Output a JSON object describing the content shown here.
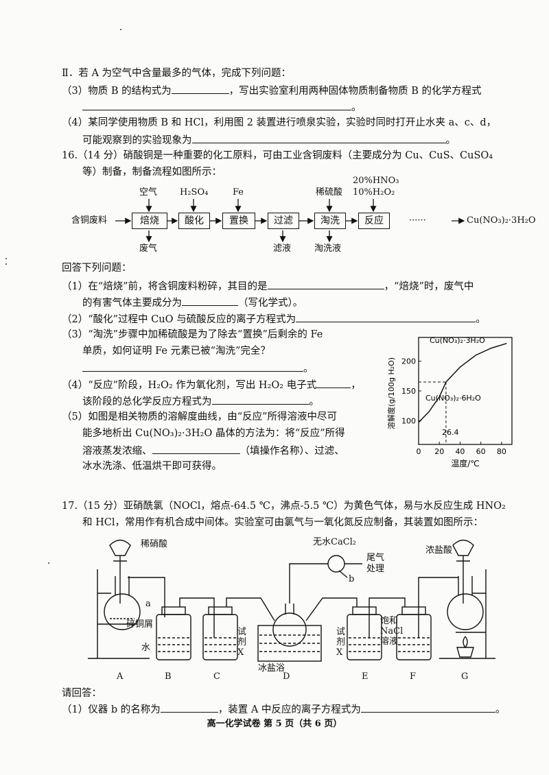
{
  "part2": {
    "header": "Ⅱ．若 A 为空气中含量最多的气体，完成下列问题：",
    "q3a": "（3）物质 B 的结构式为",
    "q3b": "，写出实验室利用两种固体物质制备物质 B 的化学方程式",
    "q3_end": "。",
    "q4a": "（4）某同学使用物质 B 和 HCl，利用图 2 装置进行喷泉实验，实验时同时打开止水夹 a、c、d，",
    "q4b": "可能观察到的实验现象为",
    "q4_end": "。"
  },
  "q16": {
    "title": "16.（14 分）硝酸铜是一种重要的化工原料，可由工业含铜废料（主要成分为 Cu、CuS、CuSO₄",
    "title2": "等）制备，制备流程如图所示：",
    "flow": {
      "start": "含铜废料",
      "steps": [
        "焙烧",
        "酸化",
        "置换",
        "过滤",
        "淘洗",
        "反应"
      ],
      "inputs": [
        "空气",
        "H₂SO₄",
        "Fe",
        "稀硫酸",
        "20%HNO₃",
        "10%H₂O₂"
      ],
      "outputs": [
        "废气",
        "滤液",
        "淘洗液"
      ],
      "product": "Cu(NO₃)₂·3H₂O",
      "dots": "······"
    },
    "answer_intro": "回答下列问题：",
    "p1a": "（1）在“焙烧”前，将含铜废料粉碎，其目的是",
    "p1b": "，“焙烧”时，废气中",
    "p1c": "的有害气体主要成分为",
    "p1d": "（写化学式）。",
    "p2": "（2）“酸化”过程中 CuO 与硫酸反应的离子方程式为",
    "p2_end": "。",
    "p3a": "（3）“淘洗”步骤中加稀硫酸是为了除去“置换”后剩余的 Fe",
    "p3b": "单质，如何证明 Fe 元素已被“淘洗”完全？",
    "p3_end": "。",
    "p4a": "（4）“反应”阶段，H₂O₂ 作为氧化剂，写出 H₂O₂ 电子式",
    "p4a_end": "，",
    "p4b": "该阶段的总化学反应方程式为",
    "p4b_end": "。",
    "p5a": "（5）如图是相关物质的溶解度曲线，由“反应”所得溶液中尽可",
    "p5b": "能多地析出 Cu(NO₃)₂·3H₂O 晶体的方法为：将“反应”所得",
    "p5c": "溶液蒸发浓缩、",
    "p5d": "（填操作名称）、过滤、",
    "p5e": "冰水洗涤、低温烘干即可获得。"
  },
  "chart_data": {
    "type": "line",
    "xlabel": "温度/℃",
    "ylabel": "溶解度(g/100g H₂O)",
    "xticks": [
      0,
      20,
      40,
      60,
      80
    ],
    "yticks": [
      100,
      150,
      200
    ],
    "xlim": [
      0,
      90
    ],
    "ylim": [
      60,
      240
    ],
    "annotation": "26.4",
    "series": [
      {
        "name": "Cu(NO₃)₂·3H₂O",
        "x": [
          26.4,
          40,
          55,
          70,
          85
        ],
        "y": [
          165,
          190,
          210,
          222,
          230
        ]
      },
      {
        "name": "Cu(NO₃)₂·6H₂O",
        "x": [
          0,
          10,
          20,
          26.4
        ],
        "y": [
          97,
          115,
          140,
          165
        ]
      }
    ]
  },
  "q17": {
    "title": "17.（15 分）亚硝酰氯（NOCl，熔点-64.5 ℃，沸点-5.5 ℃）为黄色气体，易与水反应生成 HNO₂",
    "title2": "和 HCl，常用作有机合成中间体。实验室可由氯气与一氧化氮反应制备，其装置如图所示：",
    "labels": {
      "dilute_nitric": "稀硝酸",
      "a": "a",
      "copper": "碎铜屑",
      "water": "水",
      "reagent_c": "试剂X",
      "ice_bath": "冰盐浴",
      "cacl2": "无水CaCl₂",
      "b": "b",
      "tail": "尾气处理",
      "reagent_e": "试剂X",
      "sat_nacl": "饱和NaCl溶液",
      "conc_hcl": "浓盐酸"
    },
    "apparatus": [
      "A",
      "B",
      "C",
      "D",
      "E",
      "F",
      "G"
    ],
    "answer_intro": "请回答：",
    "p1a": "（1）仪器 b 的名称为",
    "p1b": "，装置 A 中反应的离子方程式为",
    "p1_end": "。"
  },
  "footer": "高一化学试卷 第 5 页（共 6 页）"
}
